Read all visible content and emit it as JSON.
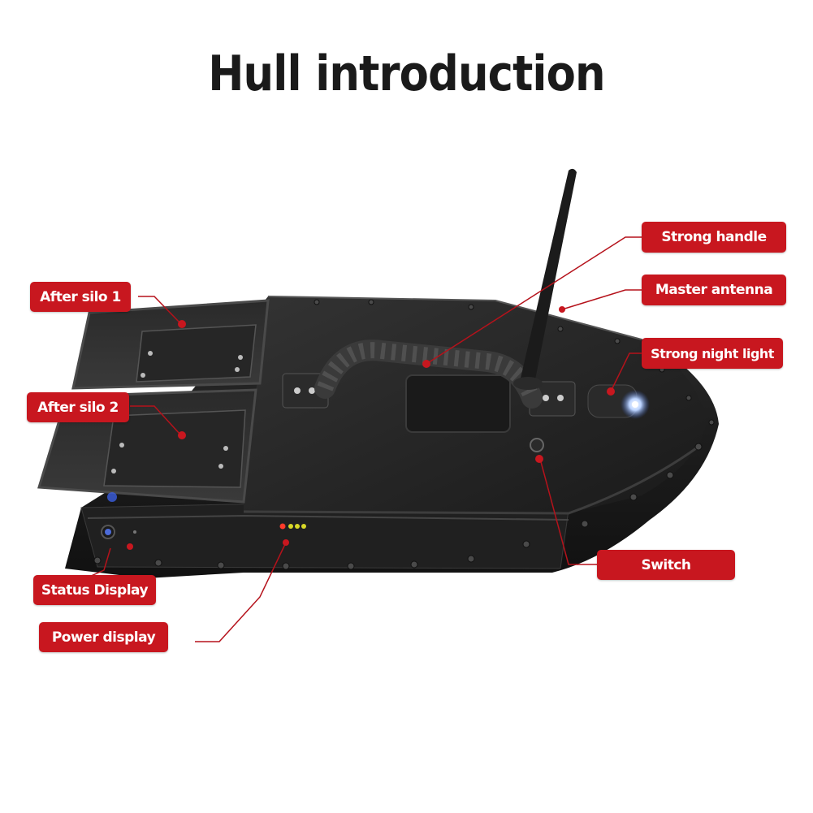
{
  "title": "Hull introduction",
  "callouts": {
    "after_silo_1": "After silo 1",
    "after_silo_2": "After silo 2",
    "status_display": "Status Display",
    "power_display": "Power display",
    "strong_handle": "Strong handle",
    "master_antenna": "Master antenna",
    "strong_night_light": "Strong night light",
    "switch": "Switch"
  },
  "colors": {
    "label_background": "#c8171f",
    "label_text": "#ffffff",
    "leader_line": "#b5121b",
    "hull": "#1c1c1c"
  }
}
